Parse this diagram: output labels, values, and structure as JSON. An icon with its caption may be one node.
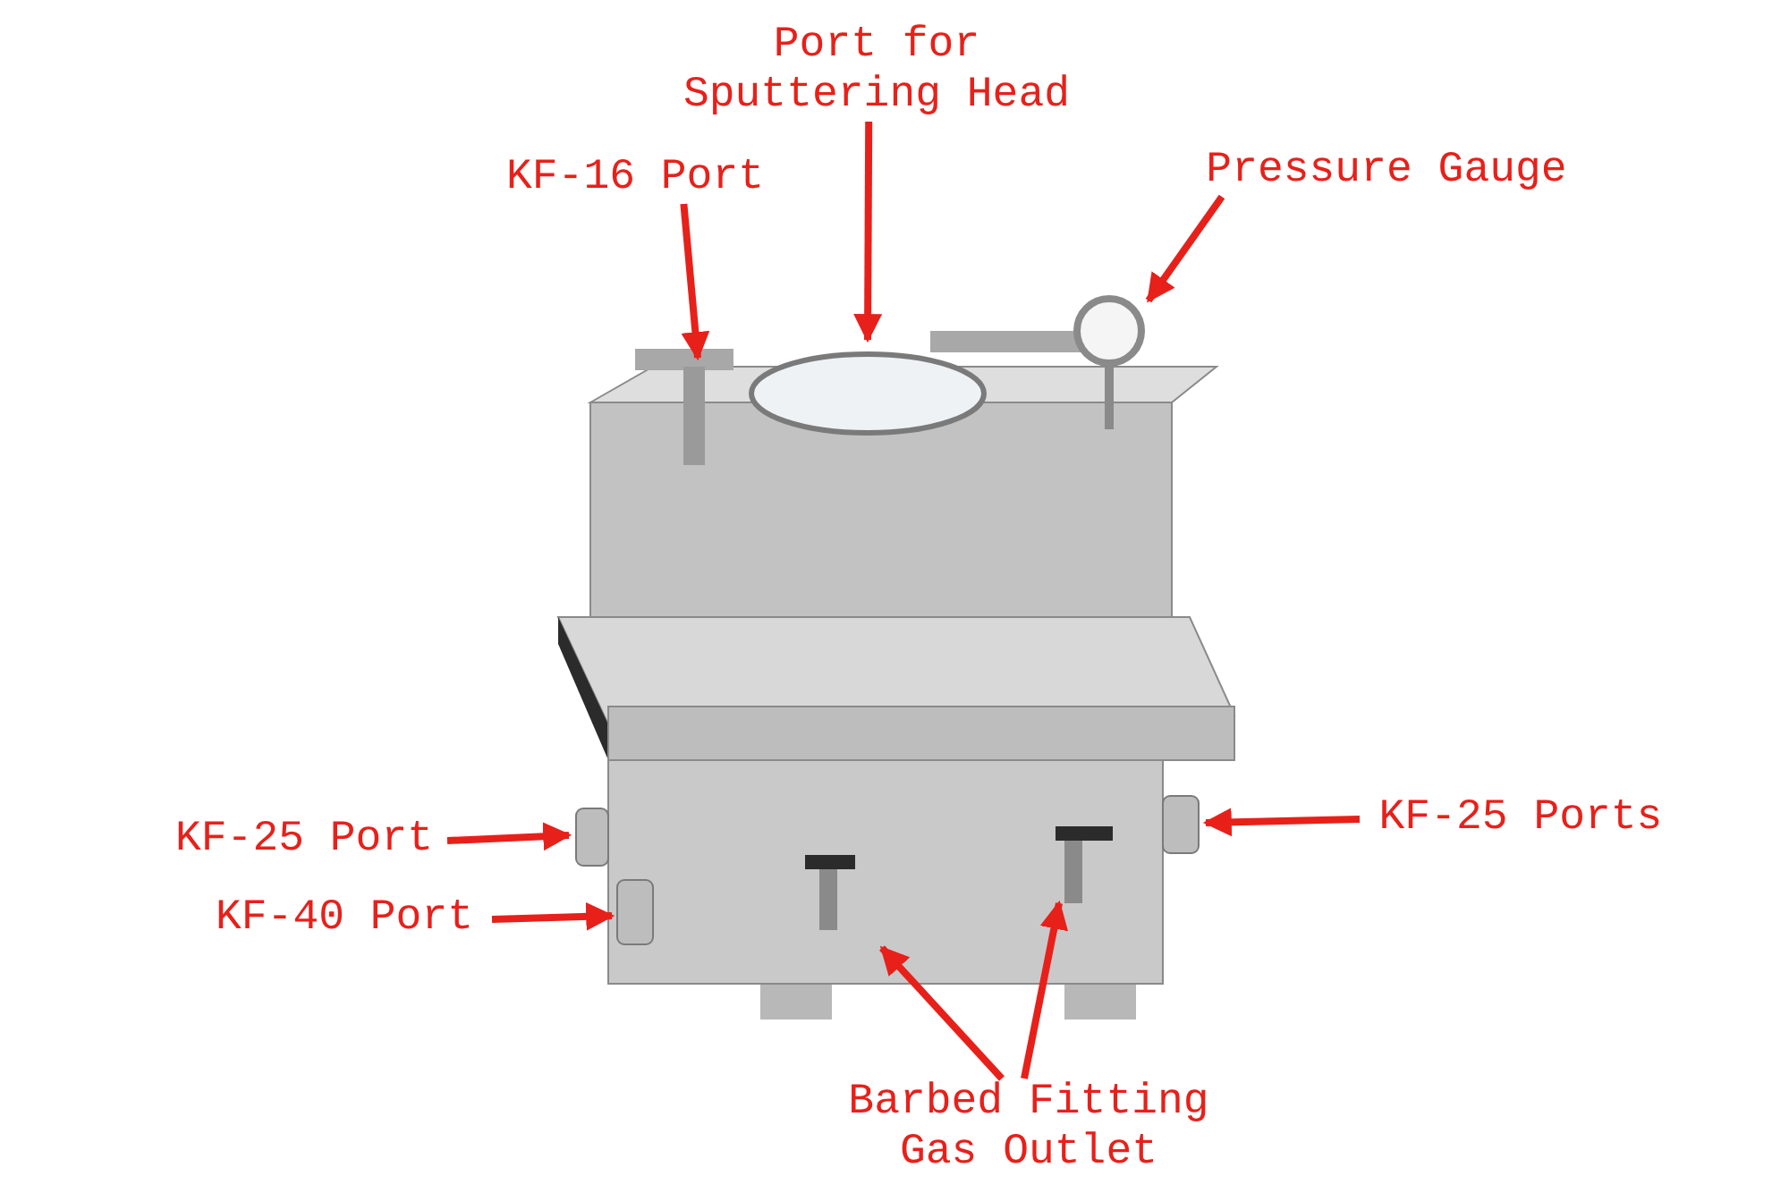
{
  "diagram": {
    "nodes": [
      {
        "text": [
          "Port for Sputtering Head"
        ]
      },
      {
        "text": [
          "KF-16 Port"
        ]
      },
      {
        "text": [
          "Pressure Gauge"
        ]
      },
      {
        "text": [
          "KF-25 Port"
        ]
      },
      {
        "text": [
          "KF-40 Port"
        ]
      },
      {
        "text": [
          "KF-25 Ports"
        ]
      },
      {
        "text": [
          "Barbed Fitting Gas Outlet"
        ]
      }
    ],
    "edges": [
      {
        "from": 0,
        "to": null,
        "arrow": "to"
      },
      {
        "from": 1,
        "to": null,
        "arrow": "to"
      },
      {
        "from": 2,
        "to": null,
        "arrow": "to"
      },
      {
        "from": 3,
        "to": null,
        "arrow": "to"
      },
      {
        "from": 4,
        "to": null,
        "arrow": "to"
      },
      {
        "from": 5,
        "to": null,
        "arrow": "to"
      },
      {
        "from": 6,
        "to": null,
        "arrow": "to"
      },
      {
        "from": 6,
        "to": null,
        "arrow": "to"
      }
    ]
  }
}
